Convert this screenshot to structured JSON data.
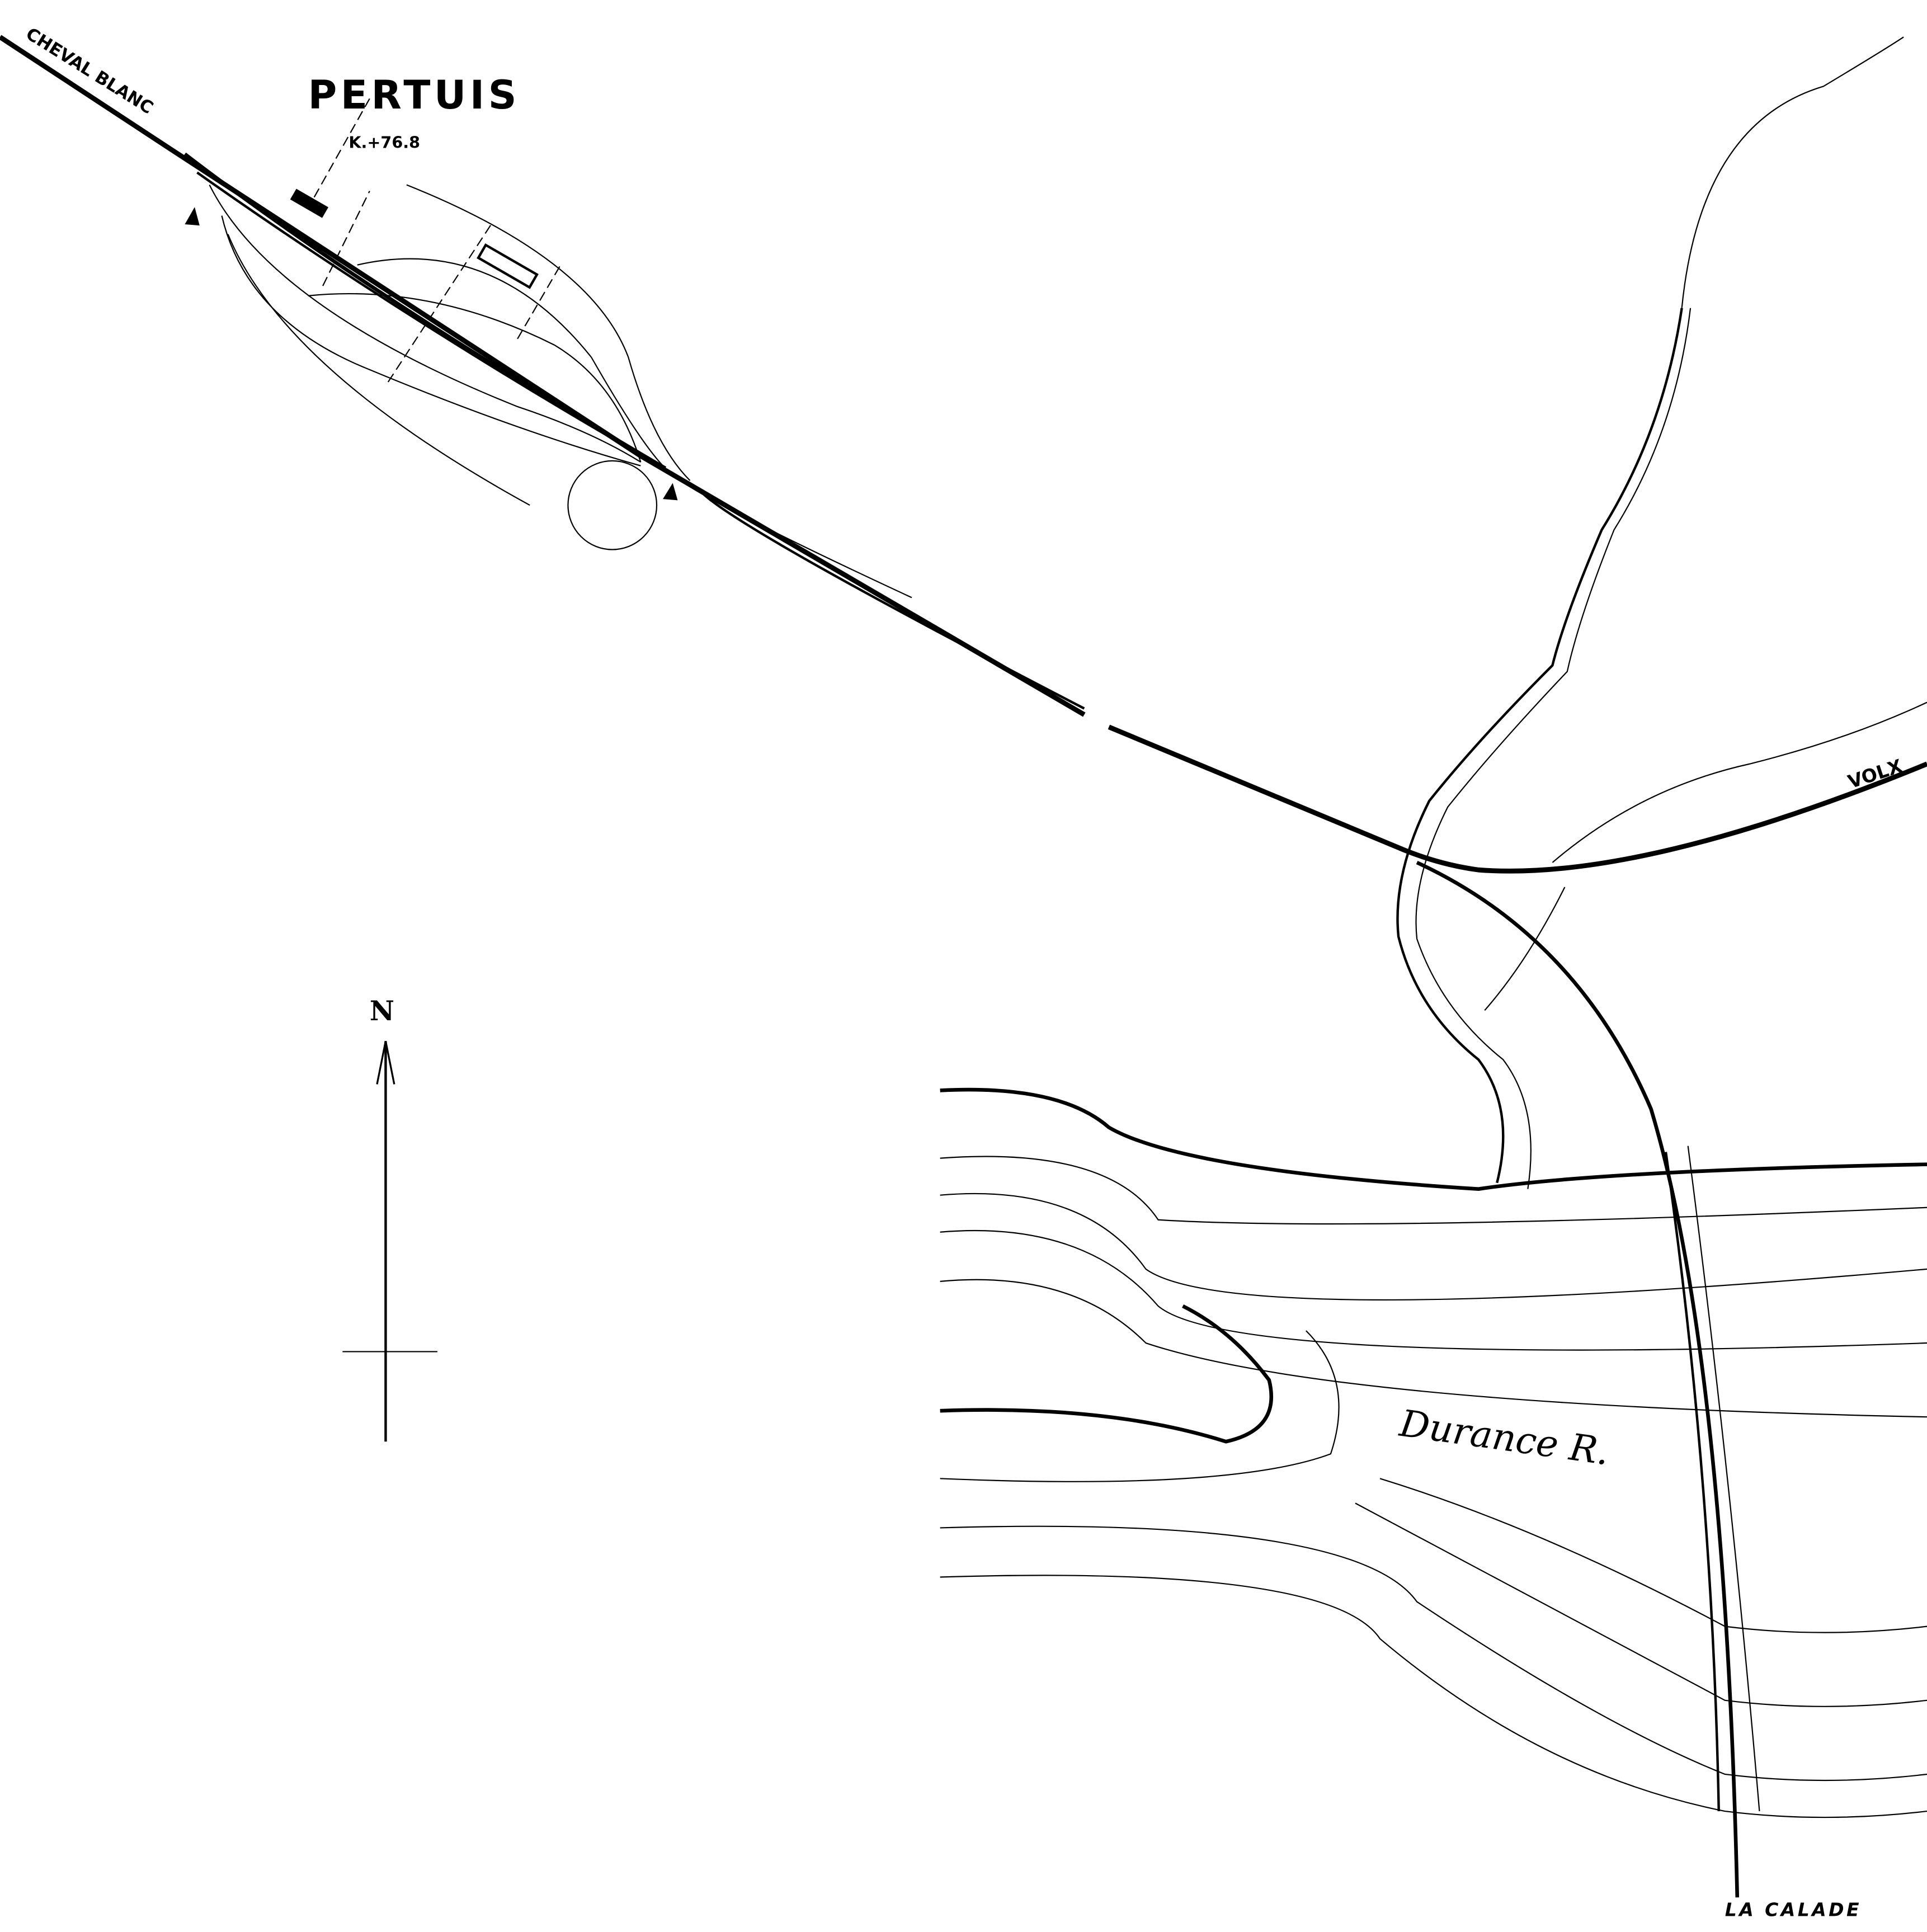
{
  "map": {
    "station": "PERTUIS",
    "kilometre": "K.+76.8",
    "towards_northwest": "CHEVAL BLANC",
    "towards_east": "VOLX",
    "towards_south": "LA CALADE",
    "river": "Durance R.",
    "north_label": "N",
    "ink_color": "#000000",
    "paper_color": "#ffffff"
  }
}
